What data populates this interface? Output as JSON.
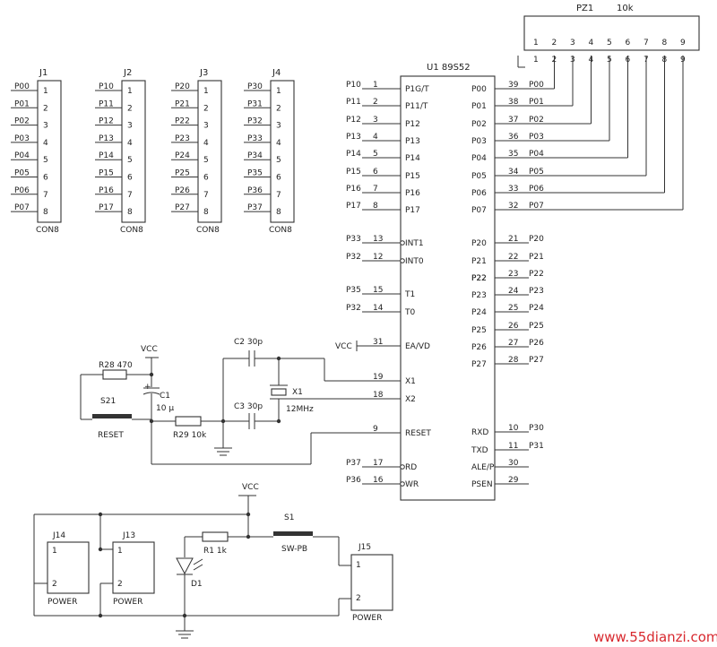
{
  "connectors": [
    {
      "ref": "J1",
      "type": "CON8",
      "pins": [
        "P00",
        "P01",
        "P02",
        "P03",
        "P04",
        "P05",
        "P06",
        "P07"
      ]
    },
    {
      "ref": "J2",
      "type": "CON8",
      "pins": [
        "P10",
        "P11",
        "P12",
        "P13",
        "P14",
        "P15",
        "P16",
        "P17"
      ]
    },
    {
      "ref": "J3",
      "type": "CON8",
      "pins": [
        "P20",
        "P21",
        "P22",
        "P23",
        "P24",
        "P25",
        "P26",
        "P27"
      ]
    },
    {
      "ref": "J4",
      "type": "CON8",
      "pins": [
        "P30",
        "P31",
        "P32",
        "P33",
        "P34",
        "P35",
        "P36",
        "P37"
      ]
    }
  ],
  "pin_numbers": [
    "1",
    "2",
    "3",
    "4",
    "5",
    "6",
    "7",
    "8"
  ],
  "resistor_pack": {
    "ref": "PZ1",
    "value": "10k",
    "pins": [
      "1",
      "2",
      "3",
      "4",
      "5",
      "6",
      "7",
      "8",
      "9"
    ]
  },
  "mcu": {
    "ref": "U1 89S52",
    "left_pins": [
      {
        "net": "P10",
        "num": "1",
        "name": "P1G/T"
      },
      {
        "net": "P11",
        "num": "2",
        "name": "P11/T"
      },
      {
        "net": "P12",
        "num": "3",
        "name": "P12"
      },
      {
        "net": "P13",
        "num": "4",
        "name": "P13"
      },
      {
        "net": "P14",
        "num": "5",
        "name": "P14"
      },
      {
        "net": "P15",
        "num": "6",
        "name": "P15"
      },
      {
        "net": "P16",
        "num": "7",
        "name": "P16"
      },
      {
        "net": "P17",
        "num": "8",
        "name": "P17"
      },
      {
        "net": "P33",
        "num": "13",
        "name": "INT1"
      },
      {
        "net": "P32",
        "num": "12",
        "name": "INT0"
      },
      {
        "net": "P35",
        "num": "15",
        "name": "T1"
      },
      {
        "net": "P32",
        "num": "14",
        "name": "T0"
      },
      {
        "net": "VCC",
        "num": "31",
        "name": "EA/VD"
      },
      {
        "net": "",
        "num": "19",
        "name": "X1"
      },
      {
        "net": "",
        "num": "18",
        "name": "X2"
      },
      {
        "net": "",
        "num": "9",
        "name": "RESET"
      },
      {
        "net": "P37",
        "num": "17",
        "name": "RD"
      },
      {
        "net": "P36",
        "num": "16",
        "name": "WR"
      }
    ],
    "right_pins": [
      {
        "name": "P00",
        "num": "39",
        "net": "P00"
      },
      {
        "name": "P01",
        "num": "38",
        "net": "P01"
      },
      {
        "name": "P02",
        "num": "37",
        "net": "P02"
      },
      {
        "name": "P03",
        "num": "36",
        "net": "P03"
      },
      {
        "name": "P04",
        "num": "35",
        "net": "P04"
      },
      {
        "name": "P05",
        "num": "34",
        "net": "P05"
      },
      {
        "name": "P06",
        "num": "33",
        "net": "P06"
      },
      {
        "name": "P07",
        "num": "32",
        "net": "P07"
      },
      {
        "name": "P20",
        "num": "21",
        "net": "P20"
      },
      {
        "name": "P21",
        "num": "22",
        "net": "P21"
      },
      {
        "name": "P22",
        "num": "23",
        "net": "P22"
      },
      {
        "name": "P22",
        "num": "",
        "net": ""
      },
      {
        "name": "P23",
        "num": "24",
        "net": "P23"
      },
      {
        "name": "P24",
        "num": "25",
        "net": "P24"
      },
      {
        "name": "P25",
        "num": "26",
        "net": "P25"
      },
      {
        "name": "P26",
        "num": "27",
        "net": "P26"
      },
      {
        "name": "P27",
        "num": "28",
        "net": "P27"
      },
      {
        "name": "RXD",
        "num": "10",
        "net": "P30"
      },
      {
        "name": "TXD",
        "num": "11",
        "net": "P31"
      },
      {
        "name": "ALE/P",
        "num": "30",
        "net": ""
      },
      {
        "name": "PSEN",
        "num": "29",
        "net": ""
      }
    ]
  },
  "parts": {
    "vcc1": "VCC",
    "r28": "R28 470",
    "c1_ref": "C1",
    "c1_val": "10 μ",
    "c1_plus": "+",
    "s21": "S21",
    "reset": "RESET",
    "r29": "R29 10k",
    "c2": "C2 30p",
    "c3": "C3 30p",
    "x1_ref": "X1",
    "x1_val": "12MHz",
    "vcc2": "VCC",
    "s1": "S1",
    "swpb": "SW-PB",
    "r1": "R1 1k",
    "d1": "D1",
    "j14": "J14",
    "j13": "J13",
    "j15": "J15",
    "power": "POWER",
    "p1": "1",
    "p2": "2"
  },
  "watermark": "www.55dianzi.com"
}
